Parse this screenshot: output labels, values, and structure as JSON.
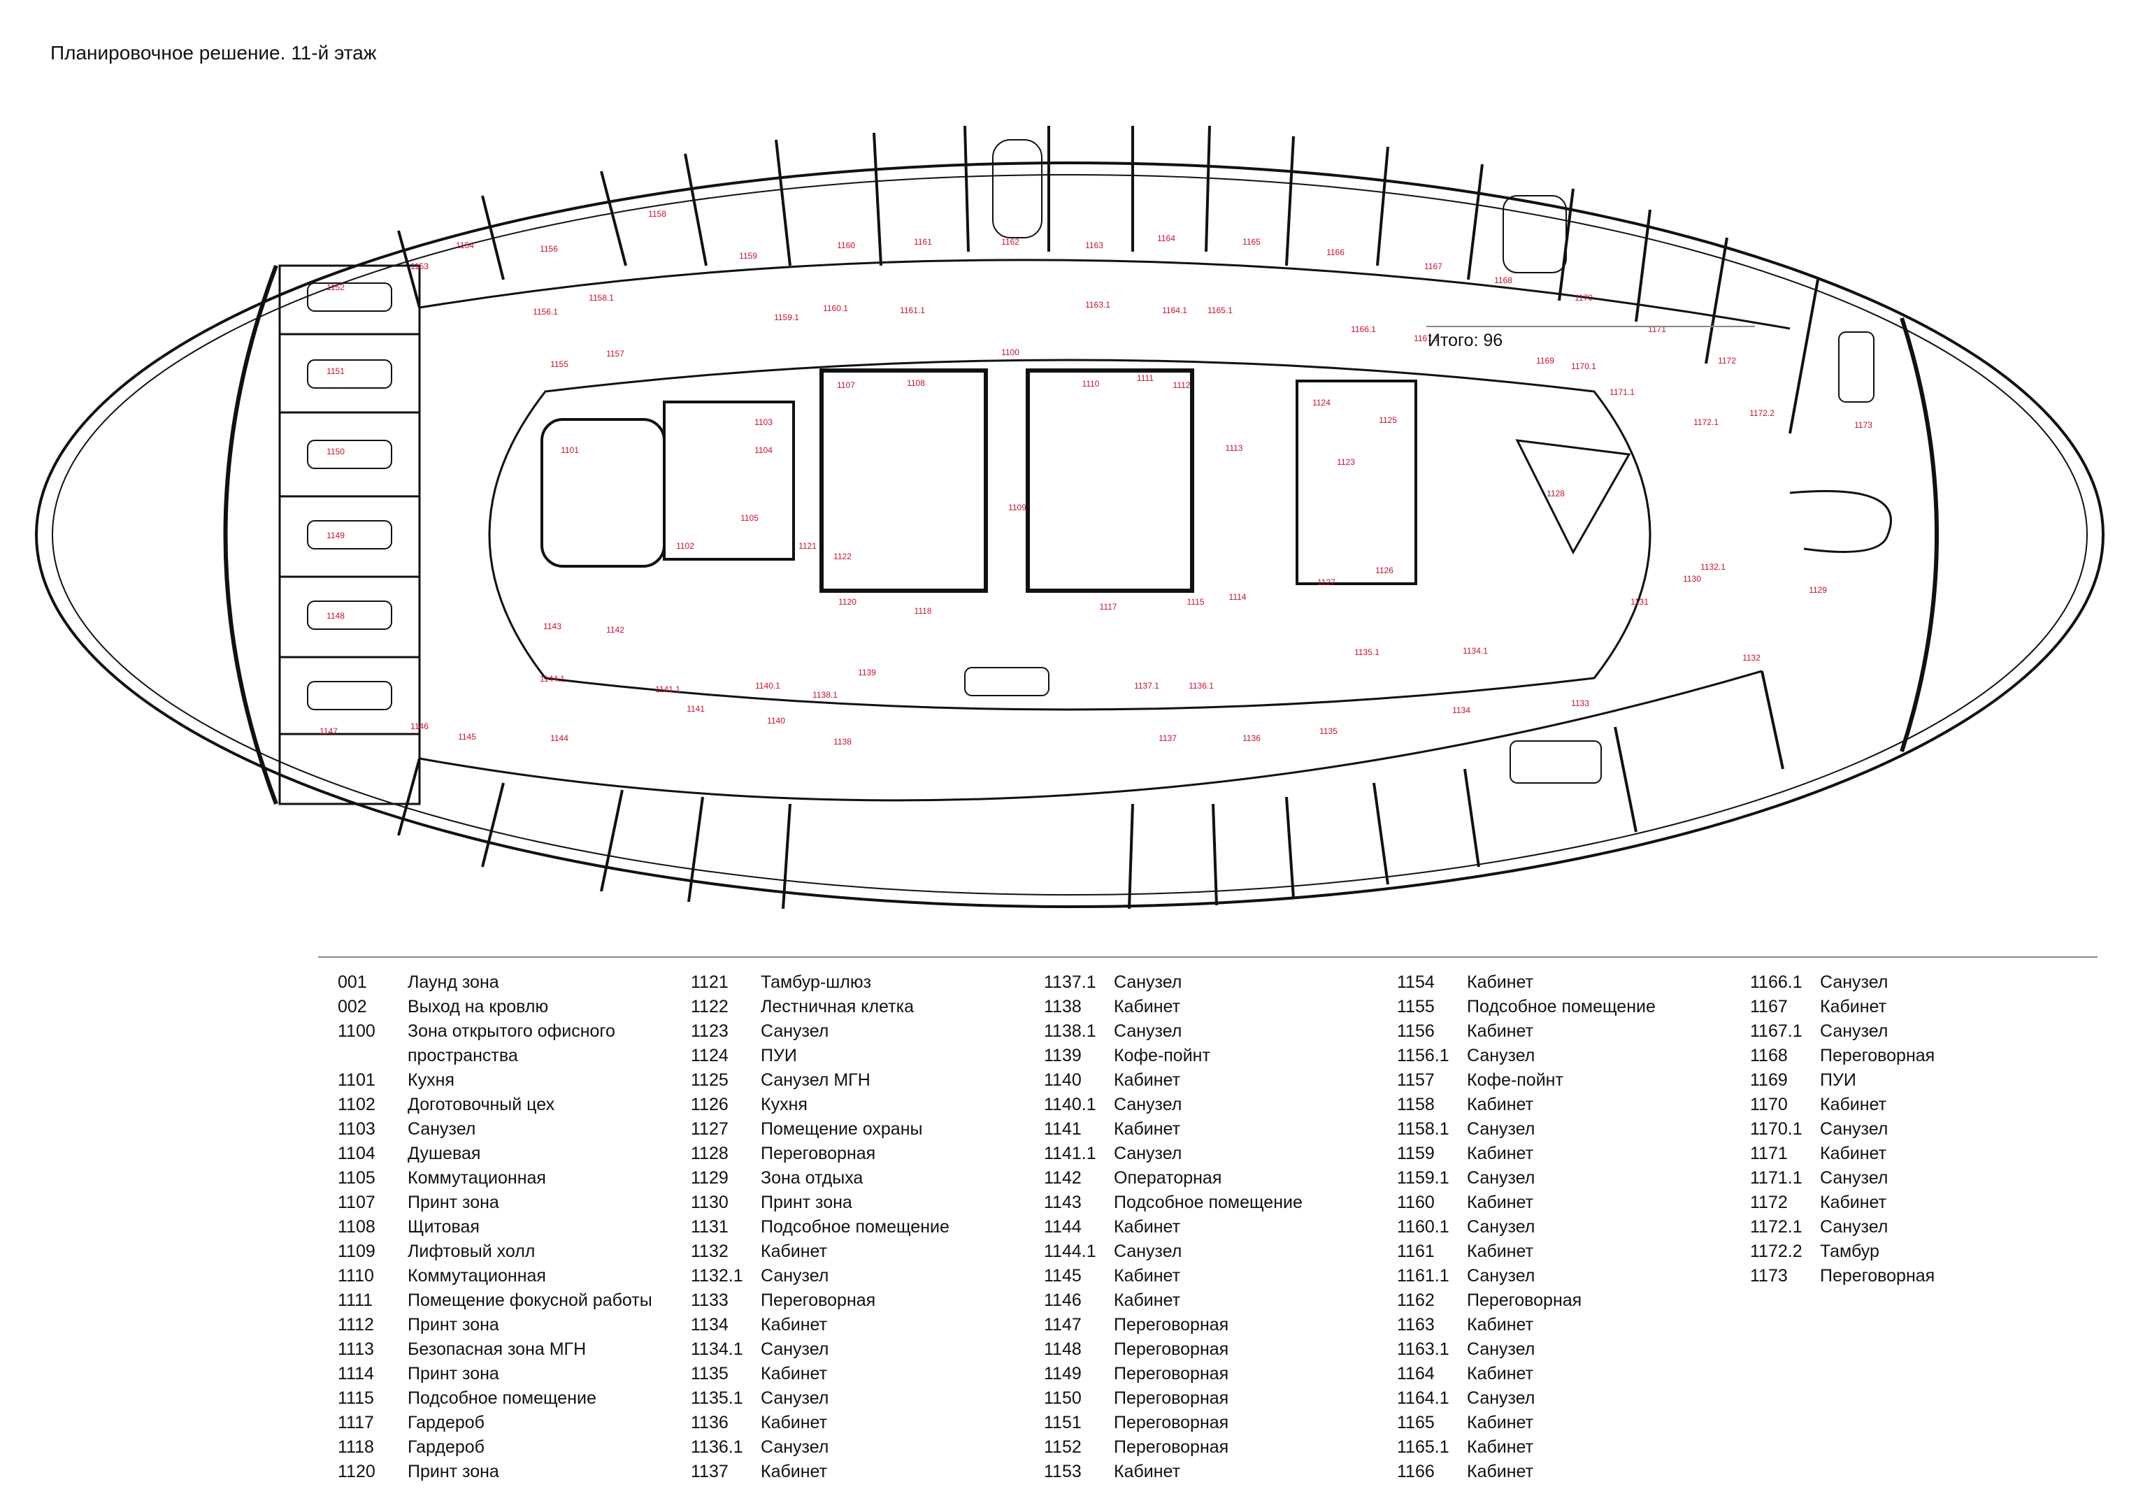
{
  "title": "Планировочное решение. 11-й этаж",
  "plan_labels": {
    "meeting_rooms_west": [
      "1152",
      "1151",
      "1150",
      "1149",
      "1148",
      "1147"
    ],
    "north_offices": [
      "1153",
      "1154",
      "1156",
      "1158",
      "1159",
      "1160",
      "1161",
      "1162",
      "1163",
      "1164",
      "1165",
      "1166",
      "1167",
      "1168",
      "1170",
      "1171",
      "1172"
    ],
    "north_wc": [
      "1156.1",
      "1158.1",
      "1159.1",
      "1160.1",
      "1161.1",
      "1163.1",
      "1164.1",
      "1165.1",
      "1166.1",
      "1167.1",
      "1170.1",
      "1171.1",
      "1172.1",
      "1172.2"
    ],
    "misc_north": [
      "1155",
      "1157",
      "1169",
      "1173",
      "1100"
    ],
    "core_west": [
      "1101",
      "1102",
      "1103",
      "1104",
      "1105",
      "1107",
      "1108",
      "1121",
      "1122",
      "1120",
      "1118"
    ],
    "core_center": [
      "1109",
      "1110",
      "1111",
      "1112",
      "1113",
      "1117",
      "1115",
      "1114"
    ],
    "core_east": [
      "1124",
      "1125",
      "1123",
      "1127",
      "1126",
      "1128"
    ],
    "east_south": [
      "1129",
      "1130",
      "1131",
      "1132",
      "1132.1",
      "1133",
      "1134",
      "1134.1",
      "1135",
      "1135.1",
      "1136",
      "1136.1",
      "1137",
      "1137.1"
    ],
    "south_offices": [
      "1138",
      "1138.1",
      "1139",
      "1140",
      "1140.1",
      "1141",
      "1141.1",
      "1142",
      "1143",
      "1144",
      "1144.1",
      "1145",
      "1146"
    ]
  },
  "legend": [
    [
      {
        "code": "001",
        "name": "Лаунд зона"
      },
      {
        "code": "002",
        "name": "Выход на кровлю"
      },
      {
        "code": "1100",
        "name": "Зона открытого офисного пространства"
      },
      {
        "code": "1101",
        "name": "Кухня"
      },
      {
        "code": "1102",
        "name": "Доготовочный цех"
      },
      {
        "code": "1103",
        "name": "Санузел"
      },
      {
        "code": "1104",
        "name": "Душевая"
      },
      {
        "code": "1105",
        "name": "Коммутационная"
      },
      {
        "code": "1107",
        "name": "Принт зона"
      },
      {
        "code": "1108",
        "name": "Щитовая"
      },
      {
        "code": "1109",
        "name": "Лифтовый холл"
      },
      {
        "code": "1110",
        "name": "Коммутационная"
      },
      {
        "code": "1111",
        "name": "Помещение фокусной работы"
      },
      {
        "code": "1112",
        "name": "Принт зона"
      },
      {
        "code": "1113",
        "name": "Безопасная зона МГН"
      },
      {
        "code": "1114",
        "name": "Принт зона"
      },
      {
        "code": "1115",
        "name": "Подсобное помещение"
      },
      {
        "code": "1117",
        "name": "Гардероб"
      },
      {
        "code": "1118",
        "name": "Гардероб"
      },
      {
        "code": "1120",
        "name": "Принт зона"
      }
    ],
    [
      {
        "code": "1121",
        "name": "Тамбур-шлюз"
      },
      {
        "code": "1122",
        "name": "Лестничная клетка"
      },
      {
        "code": "1123",
        "name": "Санузел"
      },
      {
        "code": "1124",
        "name": "ПУИ"
      },
      {
        "code": "1125",
        "name": "Санузел МГН"
      },
      {
        "code": "1126",
        "name": "Кухня"
      },
      {
        "code": "1127",
        "name": "Помещение охраны"
      },
      {
        "code": "1128",
        "name": "Переговорная"
      },
      {
        "code": "1129",
        "name": "Зона отдыха"
      },
      {
        "code": "1130",
        "name": "Принт зона"
      },
      {
        "code": "1131",
        "name": "Подсобное помещение"
      },
      {
        "code": "1132",
        "name": "Кабинет"
      },
      {
        "code": "1132.1",
        "name": "Санузел"
      },
      {
        "code": "1133",
        "name": "Переговорная"
      },
      {
        "code": "1134",
        "name": "Кабинет"
      },
      {
        "code": "1134.1",
        "name": "Санузел"
      },
      {
        "code": "1135",
        "name": "Кабинет"
      },
      {
        "code": "1135.1",
        "name": "Санузел"
      },
      {
        "code": "1136",
        "name": "Кабинет"
      },
      {
        "code": "1136.1",
        "name": "Санузел"
      },
      {
        "code": "1137",
        "name": "Кабинет"
      }
    ],
    [
      {
        "code": "1137.1",
        "name": "Санузел"
      },
      {
        "code": "1138",
        "name": "Кабинет"
      },
      {
        "code": "1138.1",
        "name": "Санузел"
      },
      {
        "code": "1139",
        "name": "Кофе-пойнт"
      },
      {
        "code": "1140",
        "name": "Кабинет"
      },
      {
        "code": "1140.1",
        "name": "Санузел"
      },
      {
        "code": "1141",
        "name": "Кабинет"
      },
      {
        "code": "1141.1",
        "name": "Санузел"
      },
      {
        "code": "1142",
        "name": "Операторная"
      },
      {
        "code": "1143",
        "name": "Подсобное помещение"
      },
      {
        "code": "1144",
        "name": "Кабинет"
      },
      {
        "code": "1144.1",
        "name": "Санузел"
      },
      {
        "code": "1145",
        "name": "Кабинет"
      },
      {
        "code": "1146",
        "name": "Кабинет"
      },
      {
        "code": "1147",
        "name": "Переговорная"
      },
      {
        "code": "1148",
        "name": "Переговорная"
      },
      {
        "code": "1149",
        "name": "Переговорная"
      },
      {
        "code": "1150",
        "name": "Переговорная"
      },
      {
        "code": "1151",
        "name": "Переговорная"
      },
      {
        "code": "1152",
        "name": "Переговорная"
      },
      {
        "code": "1153",
        "name": "Кабинет"
      }
    ],
    [
      {
        "code": "1154",
        "name": "Кабинет"
      },
      {
        "code": "1155",
        "name": "Подсобное помещение"
      },
      {
        "code": "1156",
        "name": "Кабинет"
      },
      {
        "code": "1156.1",
        "name": "Санузел"
      },
      {
        "code": "1157",
        "name": "Кофе-пойнт"
      },
      {
        "code": "1158",
        "name": "Кабинет"
      },
      {
        "code": "1158.1",
        "name": "Санузел"
      },
      {
        "code": "1159",
        "name": "Кабинет"
      },
      {
        "code": "1159.1",
        "name": "Санузел"
      },
      {
        "code": "1160",
        "name": "Кабинет"
      },
      {
        "code": "1160.1",
        "name": "Санузел"
      },
      {
        "code": "1161",
        "name": "Кабинет"
      },
      {
        "code": "1161.1",
        "name": "Санузел"
      },
      {
        "code": "1162",
        "name": "Переговорная"
      },
      {
        "code": "1163",
        "name": "Кабинет"
      },
      {
        "code": "1163.1",
        "name": "Санузел"
      },
      {
        "code": "1164",
        "name": "Кабинет"
      },
      {
        "code": "1164.1",
        "name": "Санузел"
      },
      {
        "code": "1165",
        "name": "Кабинет"
      },
      {
        "code": "1165.1",
        "name": "Кабинет"
      },
      {
        "code": "1166",
        "name": "Кабинет"
      }
    ],
    [
      {
        "code": "1166.1",
        "name": "Санузел"
      },
      {
        "code": "1167",
        "name": "Кабинет"
      },
      {
        "code": "1167.1",
        "name": "Санузел"
      },
      {
        "code": "1168",
        "name": "Переговорная"
      },
      {
        "code": "1169",
        "name": "ПУИ"
      },
      {
        "code": "1170",
        "name": "Кабинет"
      },
      {
        "code": "1170.1",
        "name": "Санузел"
      },
      {
        "code": "1171",
        "name": "Кабинет"
      },
      {
        "code": "1171.1",
        "name": "Санузел"
      },
      {
        "code": "1172",
        "name": "Кабинет"
      },
      {
        "code": "1172.1",
        "name": "Санузел"
      },
      {
        "code": "1172.2",
        "name": "Тамбур"
      },
      {
        "code": "1173",
        "name": "Переговорная"
      }
    ]
  ],
  "legend_total": "Итого: 96"
}
